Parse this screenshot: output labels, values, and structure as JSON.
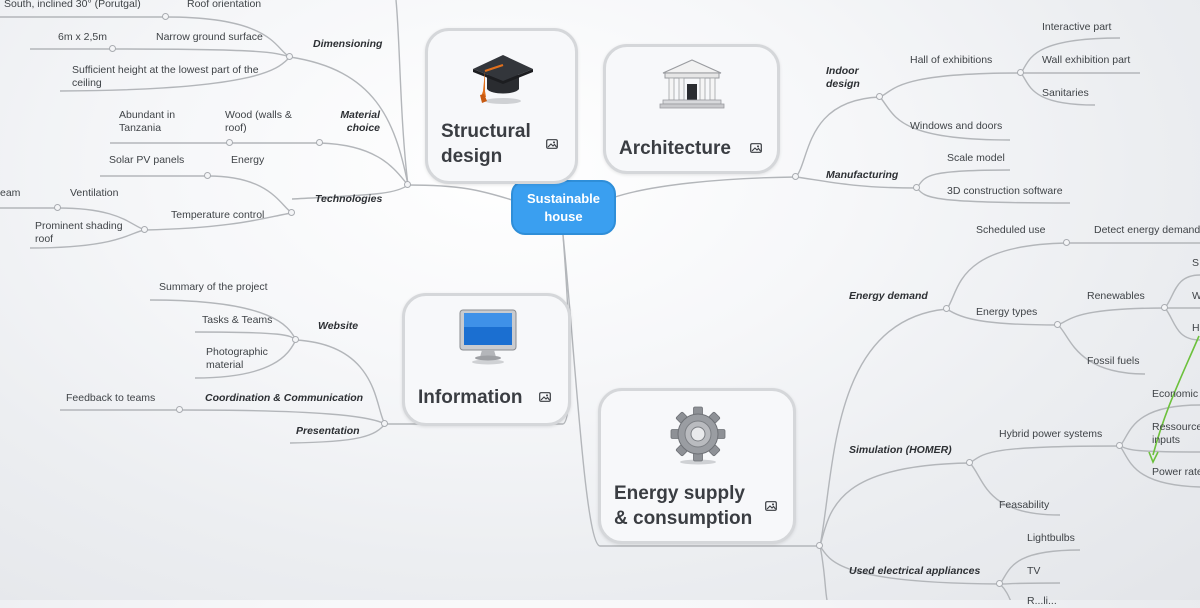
{
  "center": "Sustainable house",
  "colors": {
    "center": "#3a9ff0",
    "arrow": "#6cc13c",
    "link": "#b3b6ba"
  },
  "branches": {
    "structural": {
      "title_line1": "Structural",
      "title_line2": "design",
      "icon": "graduation-cap-icon",
      "dimensioning": {
        "label": "Dimensioning",
        "roof_orientation": "Roof orientation",
        "roof_value": "South, inclined 30° (Porutgal)",
        "narrow_ground": "Narrow ground surface",
        "narrow_value": "6m x 2,5m",
        "height": "Sufficient height at the lowest part of the ceiling"
      },
      "material": {
        "label": "Material choice",
        "wood": "Wood (walls & roof)",
        "wood_note": "Abundant in Tanzania"
      },
      "technologies": {
        "label": "Technologies",
        "energy": "Energy",
        "solar": "Solar PV panels",
        "temperature": "Temperature control",
        "ventilation": "Ventilation",
        "steam": "eam",
        "shading": "Prominent shading roof"
      }
    },
    "architecture": {
      "title": "Architecture",
      "icon": "classical-building-icon",
      "indoor": {
        "label": "Indoor design",
        "hall": "Hall of exhibitions",
        "interactive": "Interactive part",
        "wall_exhibition": "Wall exhibition part",
        "sanitaries": "Sanitaries",
        "windows": "Windows and doors"
      },
      "manufacturing": {
        "label": "Manufacturing",
        "scale": "Scale model",
        "software": "3D construction software"
      }
    },
    "information": {
      "title": "Information",
      "icon": "computer-monitor-icon",
      "website": {
        "label": "Website",
        "summary": "Summary of the project",
        "tasks": "Tasks & Teams",
        "photo": "Photographic material"
      },
      "coordination": {
        "label": "Coordination & Communication",
        "feedback": "Feedback to teams"
      },
      "presentation": "Presentation"
    },
    "energy": {
      "title_line1": "Energy supply",
      "title_line2": "& consumption",
      "icon": "gear-icon",
      "demand": {
        "label": "Energy demand",
        "scheduled": "Scheduled use",
        "detect": "Detect energy demand",
        "types": "Energy types",
        "renewables": "Renewables",
        "ren_1": "S",
        "ren_2": "W",
        "ren_3": "H",
        "fossil": "Fossil fuels"
      },
      "simulation": {
        "label": "Simulation (HOMER)",
        "hybrid": "Hybrid power systems",
        "economic": "Economic",
        "resource": "Ressource inputs",
        "power": "Power rate",
        "feasability": "Feasability"
      },
      "appliances": {
        "label": "Used electrical appliances",
        "lightbulbs": "Lightbulbs",
        "tv": "TV",
        "more": "R...li..."
      }
    }
  }
}
